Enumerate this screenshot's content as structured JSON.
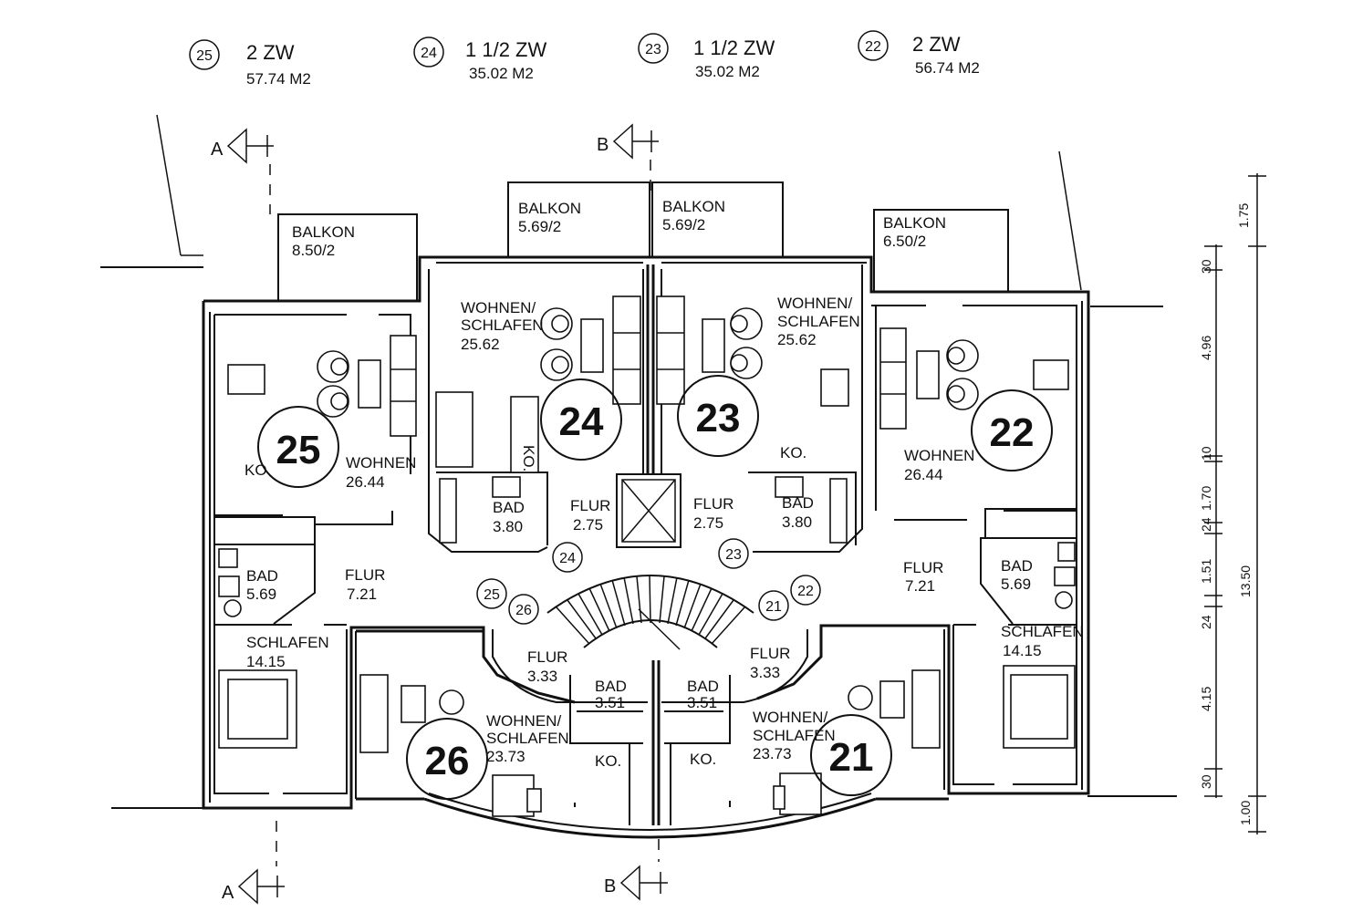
{
  "header": {
    "units": [
      {
        "num": "25",
        "type": "2 ZW",
        "area": "57.74 M2"
      },
      {
        "num": "24",
        "type": "1 1/2 ZW",
        "area": "35.02 M2"
      },
      {
        "num": "23",
        "type": "1 1/2 ZW",
        "area": "35.02 M2"
      },
      {
        "num": "22",
        "type": "2 ZW",
        "area": "56.74 M2"
      }
    ]
  },
  "sections": {
    "a": "A",
    "b": "B"
  },
  "balconies": [
    {
      "title": "BALKON",
      "area": "8.50/2"
    },
    {
      "title": "BALKON",
      "area": "5.69/2"
    },
    {
      "title": "BALKON",
      "area": "5.69/2"
    },
    {
      "title": "BALKON",
      "area": "6.50/2"
    }
  ],
  "rooms": {
    "w24": {
      "l1": "WOHNEN/",
      "l2": "SCHLAFEN",
      "area": "25.62"
    },
    "w23": {
      "l1": "WOHNEN/",
      "l2": "SCHLAFEN",
      "area": "25.62"
    },
    "w25": {
      "l1": "WOHNEN",
      "area": "26.44"
    },
    "w22": {
      "l1": "WOHNEN",
      "area": "26.44"
    },
    "ko25": "KO",
    "ko24": "KO.",
    "ko23": "KO.",
    "ko26": "KO.",
    "ko21": "KO.",
    "bad24": {
      "l1": "BAD",
      "area": "3.80"
    },
    "bad23": {
      "l1": "BAD",
      "area": "3.80"
    },
    "flur24": {
      "l1": "FLUR",
      "area": "2.75"
    },
    "flur23": {
      "l1": "FLUR",
      "area": "2.75"
    },
    "bad25": {
      "l1": "BAD",
      "area": "5.69"
    },
    "bad22": {
      "l1": "BAD",
      "area": "5.69"
    },
    "flur25": {
      "l1": "FLUR",
      "area": "7.21"
    },
    "flur22": {
      "l1": "FLUR",
      "area": "7.21"
    },
    "schl25": {
      "l1": "SCHLAFEN",
      "area": "14.15"
    },
    "schl22": {
      "l1": "SCHLAFEN",
      "area": "14.15"
    },
    "flur26": {
      "l1": "FLUR",
      "area": "3.33"
    },
    "flur21": {
      "l1": "FLUR",
      "area": "3.33"
    },
    "bad26": {
      "l1": "BAD",
      "area": "3.51"
    },
    "bad21": {
      "l1": "BAD",
      "area": "3.51"
    },
    "w26": {
      "l1": "WOHNEN/",
      "l2": "SCHLAFEN",
      "area": "23.73"
    },
    "w21": {
      "l1": "WOHNEN/",
      "l2": "SCHLAFEN",
      "area": "23.73"
    }
  },
  "bigNumbers": {
    "n25": "25",
    "n24": "24",
    "n23": "23",
    "n22": "22",
    "n26": "26",
    "n21": "21"
  },
  "doorNumbers": {
    "d24": "24",
    "d23": "23",
    "d25": "25",
    "d26": "26",
    "d21": "21",
    "d22": "22"
  },
  "dimensions": {
    "outer": [
      "1.75",
      "13.50",
      "1.00"
    ],
    "inner": [
      "30",
      "4.96",
      "10",
      "1.70",
      "24",
      "1.51",
      "24",
      "4.15",
      "30"
    ]
  }
}
